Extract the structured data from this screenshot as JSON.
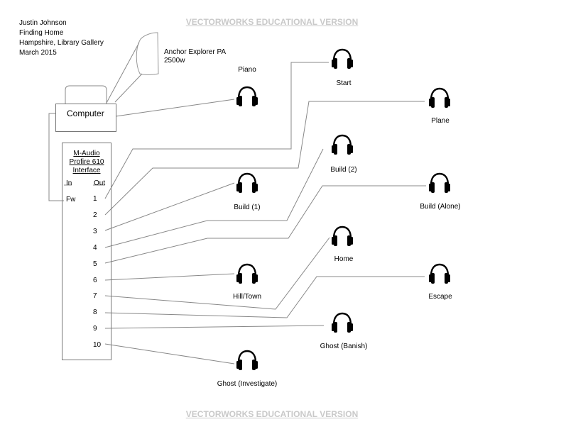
{
  "info": {
    "artist": "Justin Johnson",
    "title": "Finding Home",
    "venue": "Hampshire, Library Gallery",
    "date": "March 2015"
  },
  "watermark": {
    "top": "VECTORWORKS EDUCATIONAL VERSION",
    "bottom": "VECTORWORKS EDUCATIONAL VERSION"
  },
  "speaker": {
    "name": "Anchor Explorer PA",
    "power": "2500w"
  },
  "computer": {
    "label": "Computer"
  },
  "interface": {
    "title_line1": "M-Audio",
    "title_line2": "Profire 610",
    "title_line3": "Interface",
    "in_header": "In",
    "out_header": "Out",
    "in_port": "Fw",
    "outputs": [
      "1",
      "2",
      "3",
      "4",
      "5",
      "6",
      "7",
      "8",
      "9",
      "10"
    ]
  },
  "headphones": {
    "piano": "Piano",
    "start": "Start",
    "plane": "Plane",
    "build2": "Build (2)",
    "build1": "Build (1)",
    "build_alone": "Build (Alone)",
    "home": "Home",
    "hill_town": "Hill/Town",
    "escape": "Escape",
    "ghost_banish": "Ghost (Banish)",
    "ghost_investigate": "Ghost (Investigate)"
  },
  "colors": {
    "line": "#888888",
    "headphone": "#000000",
    "watermark": "#c9c9c9"
  }
}
